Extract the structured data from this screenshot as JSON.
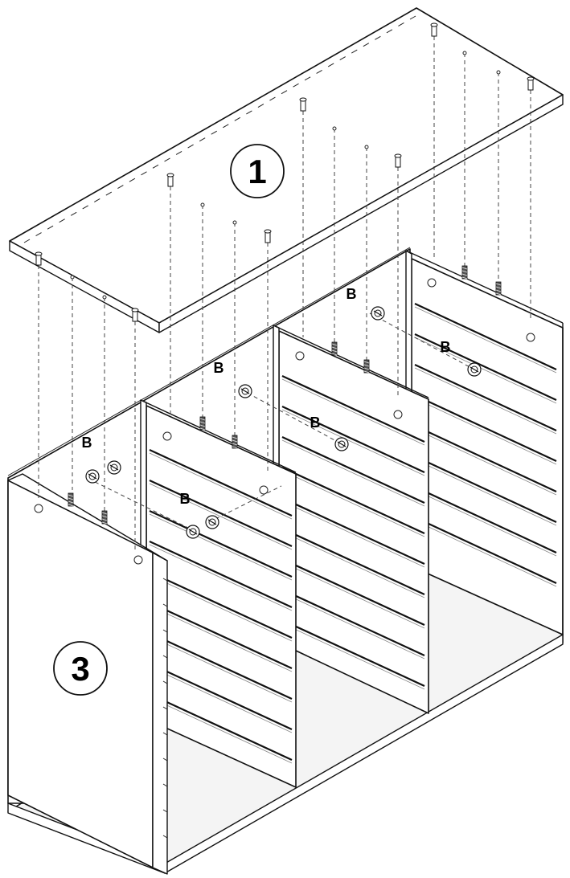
{
  "diagram": {
    "part_labels": {
      "top_panel": "1",
      "carcass": "3"
    },
    "hardware_label": "B"
  }
}
